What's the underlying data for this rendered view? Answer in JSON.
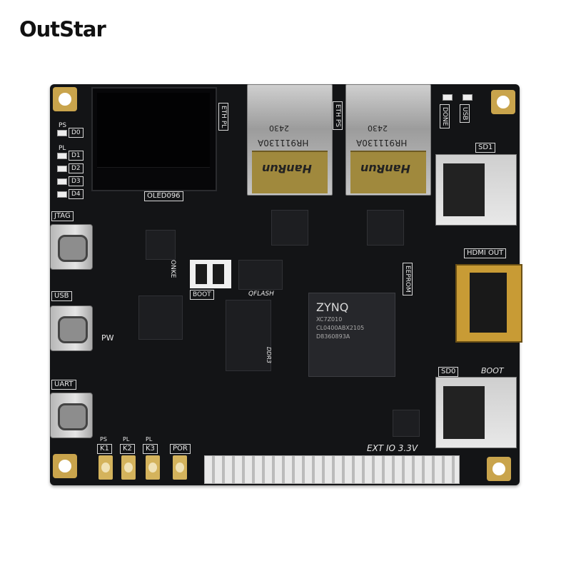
{
  "brand": {
    "name": "OutStar"
  },
  "silkscreen": {
    "eth_pl": "ETH PL",
    "eth_ps": "ETH PS",
    "oled": "OLED096",
    "ps": "PS",
    "pl": "PL",
    "d0": "D0",
    "d1": "D1",
    "d2": "D2",
    "d3": "D3",
    "d4": "D4",
    "jtag": "JTAG",
    "usb_left": "USB",
    "pw": "PW",
    "uart": "UART",
    "k1": "K1",
    "k2": "K2",
    "k3": "K3",
    "por": "POR",
    "k1_top": "PS",
    "k2_top": "PL",
    "k3_top": "PL",
    "done": "DONE",
    "usb_top": "USB",
    "sd1": "SD1",
    "hdmi_out": "HDMI OUT",
    "sd0": "SD0",
    "boot": "BOOT",
    "eeprom": "EEPROM",
    "qflash": "QFLASH",
    "boot_sw": "BOOT",
    "onke": "ONKE",
    "ddr3": "DDR3",
    "ext_io": "EXT IO 3.3V"
  },
  "rj45": {
    "model": "HR911130A",
    "brand": "HanRun",
    "date": "2430"
  },
  "zynq": {
    "title": "ZYNQ",
    "line1": "XC7Z010",
    "line2": "CL0400ABX2105",
    "line3": "D8360893A"
  },
  "colors": {
    "pcb": "#131416",
    "gold": "#c9a44c",
    "silk": "#e8e8e8"
  }
}
